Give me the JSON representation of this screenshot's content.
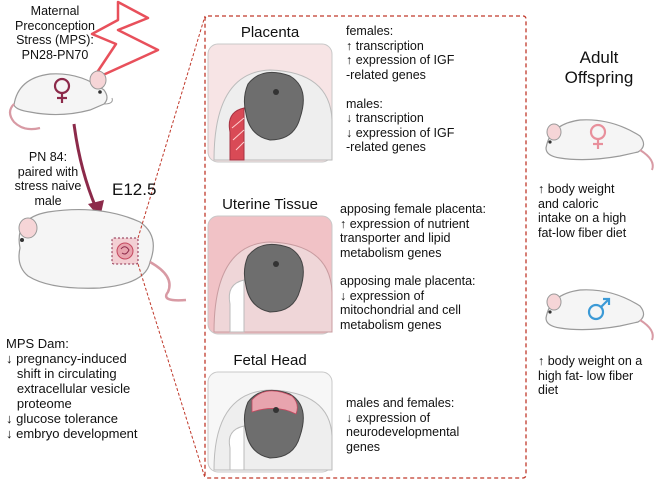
{
  "maternal": {
    "stress_label": "Maternal\nPreconception\nStress (MPS):\nPN28-PN70",
    "pairing_label": "PN 84:\npaired with\nstress naive\nmale",
    "timepoint": "E12.5",
    "dam_title": "MPS Dam:",
    "dam_effects": [
      "↓ pregnancy-induced",
      "   shift in circulating",
      "   extracellular vesicle",
      "   proteome",
      "↓ glucose tolerance",
      "↓ embryo development"
    ]
  },
  "tissues": [
    {
      "name": "Placenta",
      "text": "females:\n↑ transcription\n↑ expression of IGF\n   -related genes\n\nmales:\n↓ transcription\n↓ expression of IGF\n   -related genes"
    },
    {
      "name": "Uterine Tissue",
      "text_female": "apposing female placenta:\n↑ expression of nutrient\n   transporter and lipid\n   metabolism genes",
      "text_male": "apposing male placenta:\n↓ expression of\n   mitochondrial and cell\n   metabolism genes"
    },
    {
      "name": "Fetal Head",
      "text": "males and females:\n↓ expression of\n   neurodevelopmental\n   genes"
    }
  ],
  "offspring": {
    "title": "Adult\nOffspring",
    "female_effect": "↑ body weight\n   and caloric\n   intake on a high\n   fat-low fiber diet",
    "male_effect": "↑ body weight on a\n   high fat- low fiber\n   diet"
  },
  "colors": {
    "female": "#c4485f",
    "male": "#3c9ad6",
    "arrow": "#8c2a4a",
    "dashed_box": "#c0392b",
    "lightning": "#e8505b"
  }
}
